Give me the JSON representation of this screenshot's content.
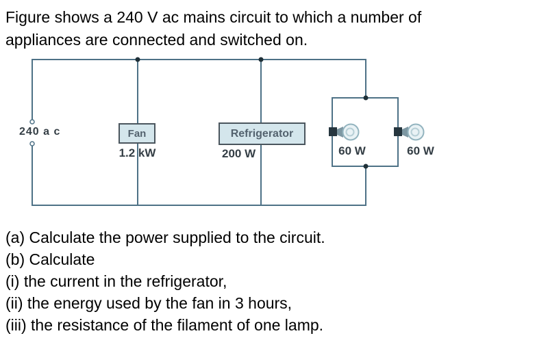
{
  "intro": {
    "line1": "Figure shows a 240 V ac mains circuit to which a number of",
    "line2": "appliances are connected and switched on."
  },
  "circuit": {
    "source_label": "240 a c",
    "fan": {
      "name": "Fan",
      "power": "1.2 kW"
    },
    "refrigerator": {
      "name": "Refrigerator",
      "power": "200 W"
    },
    "lamp1_power": "60 W",
    "lamp2_power": "60 W",
    "colors": {
      "wire": "#4d7186",
      "junction_dot": "#1f3038",
      "appliance_box_fill": "#d4e6ec",
      "appliance_box_border": "#4a555d",
      "bulb_outline": "#93b4bf",
      "bulb_fill": "#e9f2f5",
      "label_text": "#343e45"
    }
  },
  "questions": {
    "a": "(a) Calculate the power supplied to the circuit.",
    "b": "(b) Calculate",
    "b_i": "(i) the current in the refrigerator,",
    "b_ii": "(ii) the energy used by the fan in 3 hours,",
    "b_iii": "(iii) the resistance of the filament of one lamp."
  }
}
